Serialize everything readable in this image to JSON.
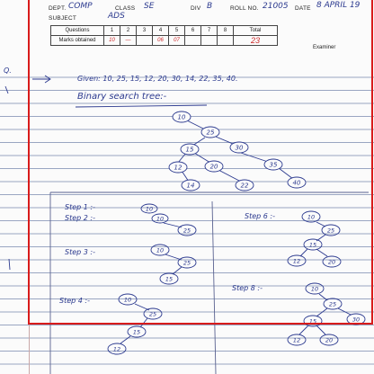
{
  "header": {
    "dept_label": "DEPT.",
    "dept_value": "COMP",
    "class_label": "CLASS",
    "class_value": "SE",
    "div_label": "DIV",
    "div_value": "B",
    "roll_label": "ROLL NO.",
    "roll_value": "21005",
    "date_label": "DATE",
    "date_value": "8 APRIL 19",
    "subject_label": "SUBJECT",
    "subject_value": "ADS"
  },
  "marks_table": {
    "row1_label": "Questions",
    "row2_label": "Marks obtained",
    "questions": [
      "1",
      "2",
      "3",
      "4",
      "5",
      "6",
      "7",
      "8"
    ],
    "marks": [
      "10",
      "—",
      "",
      "06",
      "07",
      "",
      "",
      ""
    ],
    "total_label": "Total",
    "total_value": "23",
    "examiner_label": "Examiner"
  },
  "answer": {
    "qno": "Q.",
    "given": "Given: 10, 25, 15, 12, 20, 30, 14, 22, 35, 40.",
    "title": "Binary search tree:-"
  },
  "steps": {
    "s1": "Step 1 :-",
    "s2": "Step 2 :-",
    "s3": "Step 3 :-",
    "s4": "Step 4 :-",
    "s6": "Step 6 :-",
    "s8": "Step 8 :-"
  },
  "main_tree": {
    "nodes": [
      {
        "v": "10"
      },
      {
        "v": "25"
      },
      {
        "v": "15"
      },
      {
        "v": "30"
      },
      {
        "v": "12"
      },
      {
        "v": "20"
      },
      {
        "v": "35"
      },
      {
        "v": "14"
      },
      {
        "v": "22"
      },
      {
        "v": "40"
      }
    ]
  },
  "colors": {
    "ink": "#2c3a8f",
    "red_ink": "#cc2a2a",
    "frame": "#d81b1b"
  }
}
